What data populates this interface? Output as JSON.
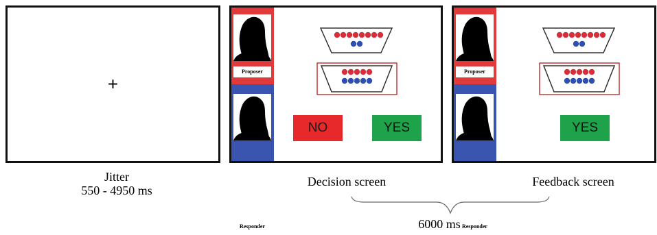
{
  "jitter_screen": {
    "fixation": "+",
    "caption_line1": "Jitter",
    "caption_line2": "550 - 4950 ms"
  },
  "decision_screen": {
    "proposer_label": "Proposer",
    "responder_label": "Responder",
    "no_button": "NO",
    "yes_button": "YES",
    "caption": "Decision screen"
  },
  "feedback_screen": {
    "proposer_label": "Proposer",
    "responder_label": "Responder",
    "yes_button": "YES",
    "caption": "Feedback screen"
  },
  "total_duration": "6000 ms",
  "colors": {
    "proposer_panel": "#e03a3a",
    "responder_panel": "#3a55b0",
    "red_coin": "#d62f3a",
    "blue_coin": "#2f4fb0",
    "no_button": "#e8292c",
    "yes_button": "#1ea24a",
    "selected_offer_border": "#c03a3a"
  },
  "icons": [
    "silhouette-icon",
    "fixation-cross-icon"
  ]
}
